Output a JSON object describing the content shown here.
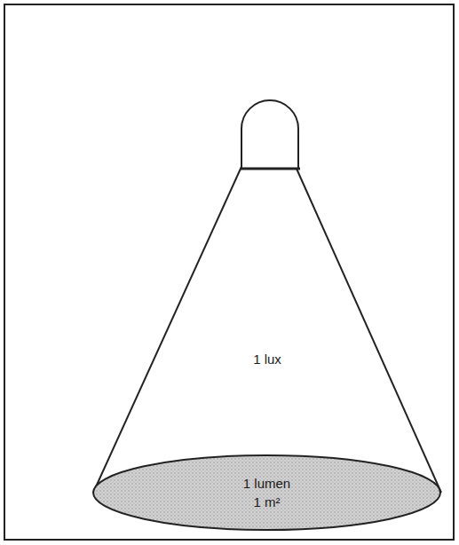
{
  "diagram": {
    "nodes": [
      {
        "text": [
          "1 lux"
        ]
      },
      {
        "text": [
          "1 lumen",
          "1 m²"
        ]
      }
    ]
  }
}
